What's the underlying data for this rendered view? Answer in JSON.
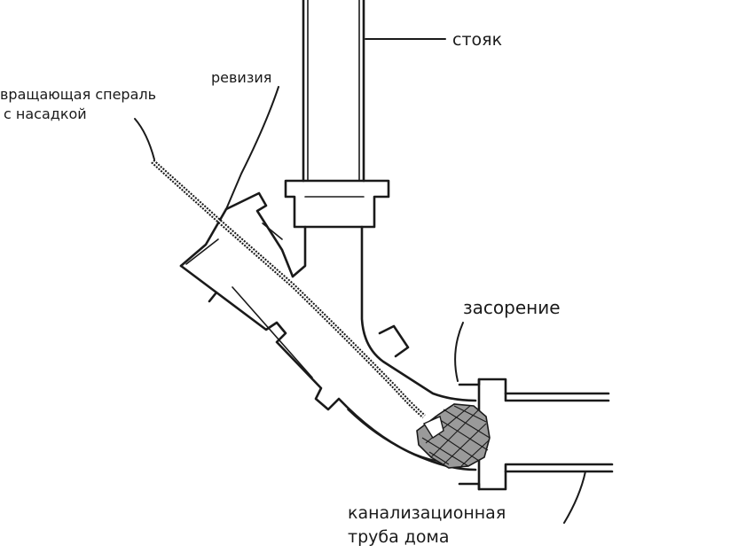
{
  "labels": {
    "riser": "стояк",
    "revision": "ревизия",
    "spiral_line1": "вращающая сперaль",
    "spiral_line2": "с насадкой",
    "clog": "засорение",
    "house_pipe_line1": "канализационная",
    "house_pipe_line2": "труба дома"
  },
  "colors": {
    "ink": "#1a1a1a",
    "background": "#ffffff",
    "clog_fill": "#9a9a9a"
  }
}
